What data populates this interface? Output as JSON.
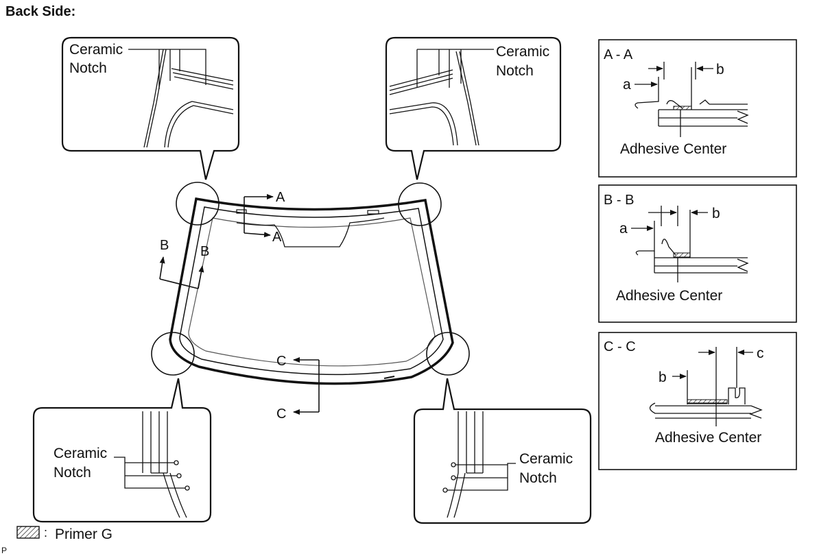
{
  "title": "Back Side:",
  "callouts": {
    "top_left": [
      "Ceramic",
      "Notch"
    ],
    "top_right": [
      "Ceramic",
      "Notch"
    ],
    "bottom_left": [
      "Ceramic",
      "Notch"
    ],
    "bottom_right": [
      "Ceramic",
      "Notch"
    ]
  },
  "section_markers": {
    "a": "A",
    "b": "B",
    "c": "C"
  },
  "sections": [
    {
      "title": "A - A",
      "dims": [
        "a",
        "b"
      ],
      "caption": "Adhesive Center"
    },
    {
      "title": "B - B",
      "dims": [
        "a",
        "b"
      ],
      "caption": "Adhesive Center"
    },
    {
      "title": "C - C",
      "dims": [
        "b",
        "c"
      ],
      "caption": "Adhesive Center"
    }
  ],
  "legend": {
    "sep": ":",
    "label": "Primer G"
  },
  "footer_code": "P"
}
